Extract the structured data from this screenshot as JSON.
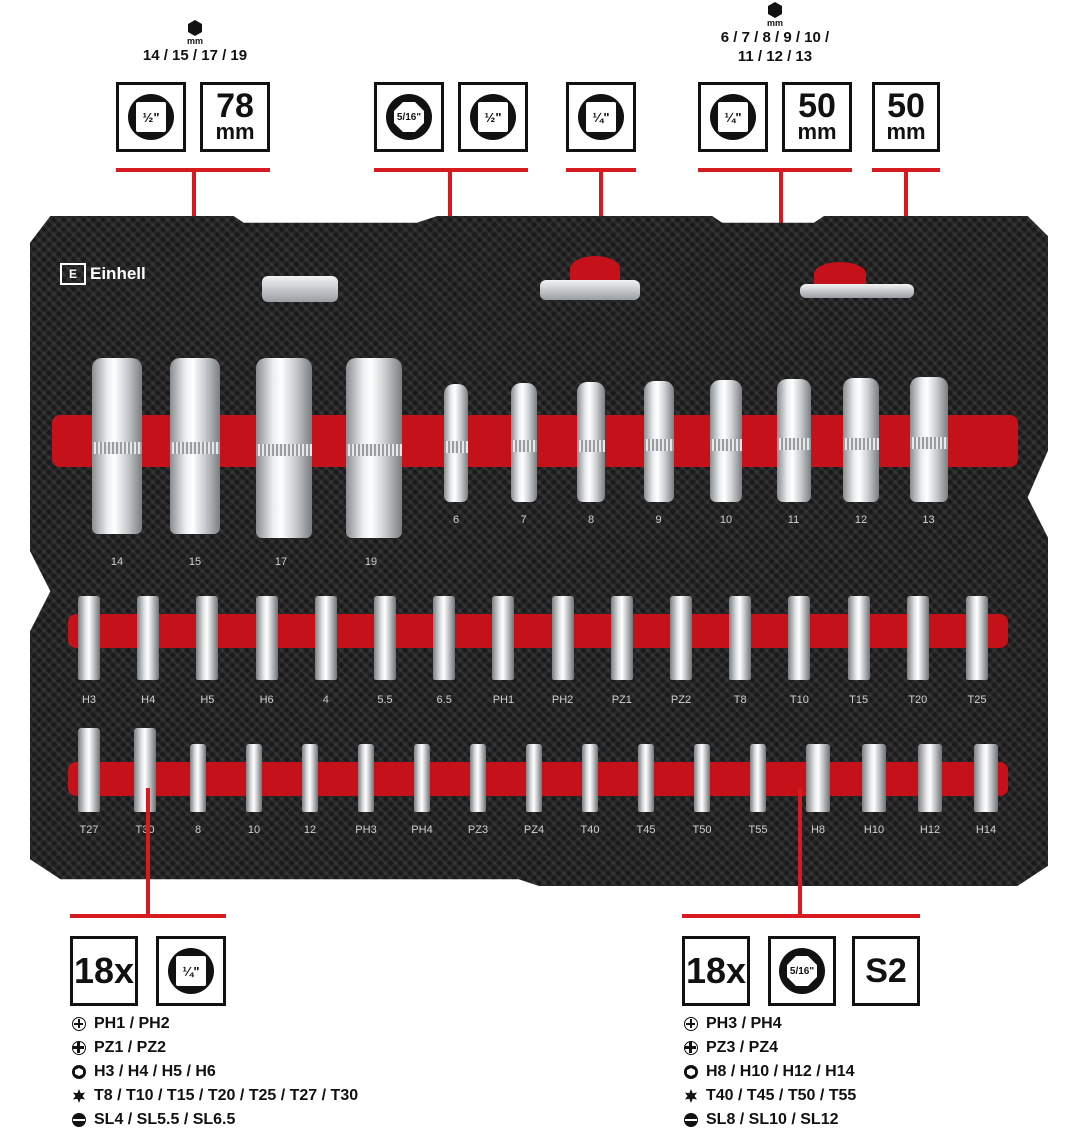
{
  "header_left": {
    "unit": "mm",
    "sizes": "14 / 15 / 17 / 19",
    "drive_badge": "½\"",
    "length_value": "78",
    "length_unit": "mm"
  },
  "header_adapter": {
    "drive_in": "5/16\"",
    "drive_out": "½\""
  },
  "header_ujoint": {
    "drive": "¼\""
  },
  "header_right": {
    "unit": "mm",
    "sizes_line1": "6 / 7 / 8 / 9 / 10 /",
    "sizes_line2": "11 / 12 / 13",
    "drive_badge": "¼\"",
    "length_value": "50",
    "length_unit": "mm"
  },
  "header_extension": {
    "length_value": "50",
    "length_unit": "mm"
  },
  "tray": {
    "brand": "Einhell",
    "deep_sockets": [
      "14",
      "15",
      "17",
      "19"
    ],
    "small_sockets": [
      "6",
      "7",
      "8",
      "9",
      "10",
      "11",
      "12",
      "13"
    ],
    "bit_row1": [
      "H3",
      "H4",
      "H5",
      "H6",
      "4",
      "5.5",
      "6.5",
      "PH1",
      "PH2",
      "PZ1",
      "PZ2",
      "T8",
      "T10",
      "T15",
      "T20",
      "T25"
    ],
    "bit_row2": [
      "T27",
      "T30",
      "8",
      "10",
      "12",
      "PH3",
      "PH4",
      "PZ3",
      "PZ4",
      "T40",
      "T45",
      "T50",
      "T55",
      "H8",
      "H10",
      "H12",
      "H14"
    ]
  },
  "footer_left": {
    "count": "18x",
    "drive_badge": "¼\"",
    "items": [
      {
        "icon": "phillips-icon",
        "text": "PH1 / PH2"
      },
      {
        "icon": "pozidriv-icon",
        "text": "PZ1 / PZ2"
      },
      {
        "icon": "hex-icon",
        "text": "H3 / H4 / H5 / H6"
      },
      {
        "icon": "torx-icon",
        "text": "T8 / T10 / T15 / T20 / T25 / T27 / T30"
      },
      {
        "icon": "slotted-icon",
        "text": "SL4 / SL5.5 / SL6.5"
      }
    ]
  },
  "footer_right": {
    "count": "18x",
    "drive_badge": "5/16\"",
    "material": "S2",
    "items": [
      {
        "icon": "phillips-icon",
        "text": "PH3 / PH4"
      },
      {
        "icon": "pozidriv-icon",
        "text": "PZ3 / PZ4"
      },
      {
        "icon": "hex-icon",
        "text": "H8 / H10 / H12 / H14"
      },
      {
        "icon": "torx-icon",
        "text": "T40 / T45 / T50 / T55"
      },
      {
        "icon": "slotted-icon",
        "text": "SL8 / SL10 / SL12"
      }
    ]
  },
  "colors": {
    "accent_red": "#d71920",
    "foam_red": "#c4111a",
    "tray_black": "#1a1a1a"
  }
}
